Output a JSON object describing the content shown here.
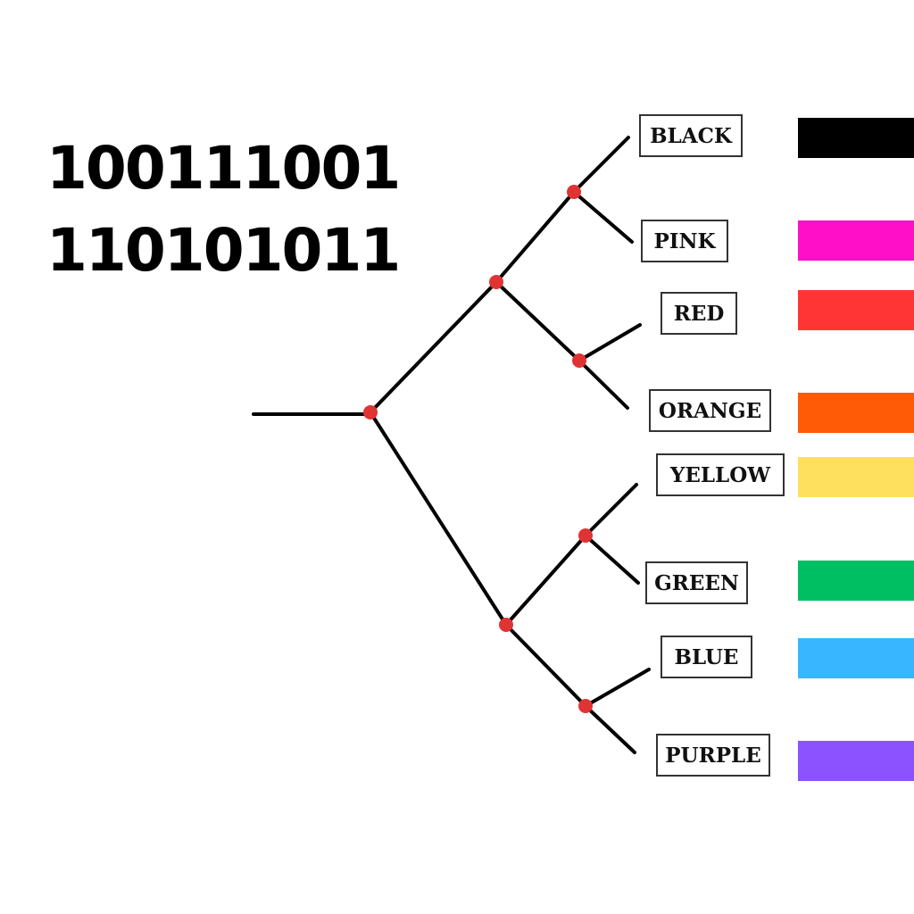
{
  "codes": [
    "100111001",
    "110101011"
  ],
  "leaves": [
    {
      "label": "BLACK",
      "color": "#000000"
    },
    {
      "label": "PINK",
      "color": "#ff0fc8"
    },
    {
      "label": "RED",
      "color": "#ff3535"
    },
    {
      "label": "ORANGE",
      "color": "#ff5a05"
    },
    {
      "label": "YELLOW",
      "color": "#ffdf5e"
    },
    {
      "label": "GREEN",
      "color": "#00bf63"
    },
    {
      "label": "BLUE",
      "color": "#38b6ff"
    },
    {
      "label": "PURPLE",
      "color": "#8c52ff"
    }
  ],
  "colors": {
    "branch": "#000000",
    "node": "#e03434"
  }
}
